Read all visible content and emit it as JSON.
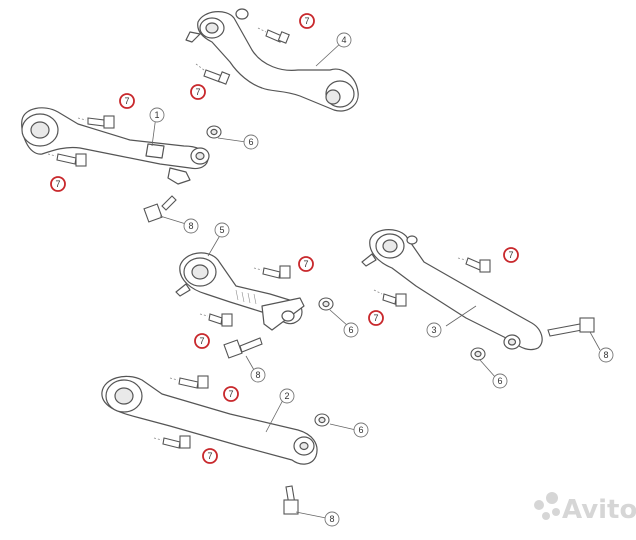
{
  "diagram": {
    "callouts": {
      "c1": "1",
      "c2": "2",
      "c3": "3",
      "c4": "4",
      "c5": "5",
      "c6a": "6",
      "c6b": "6",
      "c6c": "6",
      "c6d": "6",
      "c7a": "7",
      "c7b": "7",
      "c7c": "7",
      "c7d": "7",
      "c7e": "7",
      "c7f": "7",
      "c7g": "7",
      "c7h": "7",
      "c7i": "7",
      "c7j": "7",
      "c8a": "8",
      "c8b": "8",
      "c8c": "8",
      "c8d": "8"
    },
    "watermark": "Avito",
    "colors": {
      "highlight": "#c8282c",
      "outline": "#555555"
    }
  }
}
